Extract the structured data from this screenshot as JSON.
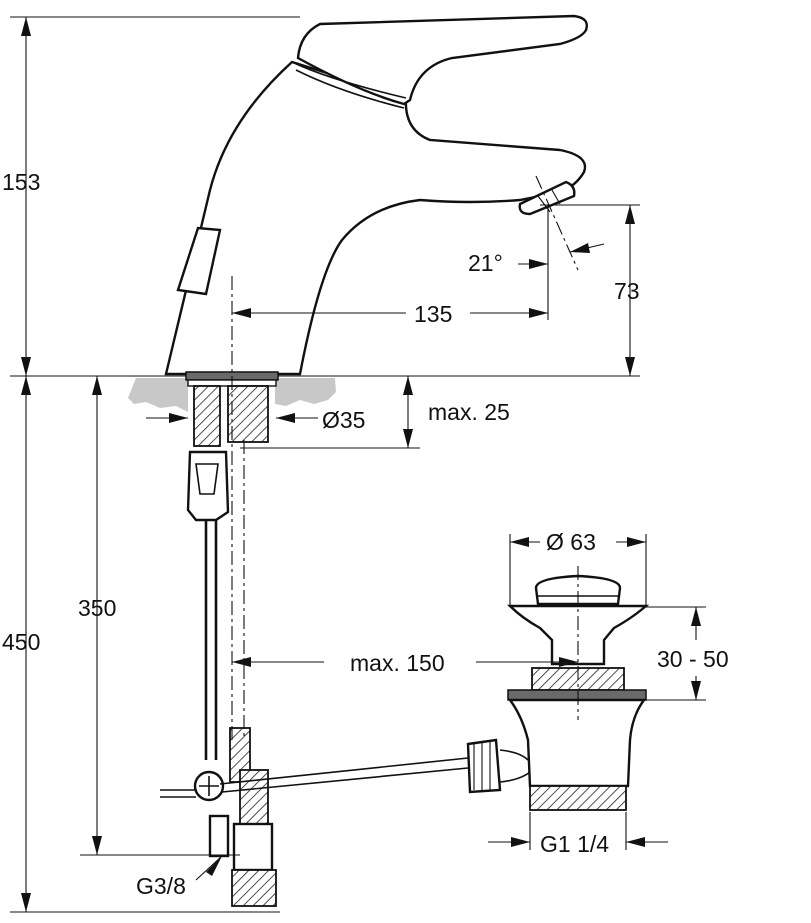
{
  "drawing": {
    "dimensions": {
      "height_total": "153",
      "spout_height": "73",
      "spout_reach": "135",
      "spout_angle": "21°",
      "hole_diameter": "Ø35",
      "max_deck_thickness": "max. 25",
      "hose_length": "350",
      "total_depth": "450",
      "max_horizontal": "max. 150",
      "waste_diameter": "Ø 63",
      "waste_adjust": "30 - 50",
      "waste_thread": "G1 1/4",
      "supply_thread": "G3/8"
    }
  }
}
